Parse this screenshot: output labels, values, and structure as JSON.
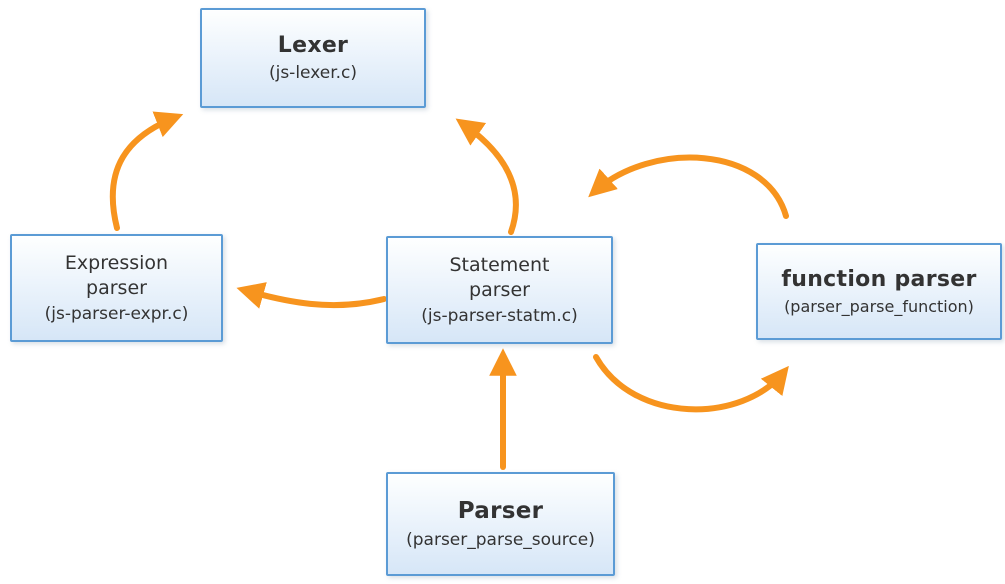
{
  "colors": {
    "box_border": "#5b9bd5",
    "box_fill_top": "#feffff",
    "box_fill_bottom": "#d6e6f7",
    "arrow": "#f7941e",
    "text": "#333333"
  },
  "nodes": {
    "lexer": {
      "title": "Lexer",
      "subtitle": "(js-lexer.c)"
    },
    "expression_parser": {
      "title": "Expression\nparser",
      "subtitle": "(js-parser-expr.c)"
    },
    "statement_parser": {
      "title": "Statement\nparser",
      "subtitle": "(js-parser-statm.c)"
    },
    "function_parser": {
      "title": "function parser",
      "subtitle": "(parser_parse_function)"
    },
    "parser": {
      "title": "Parser",
      "subtitle": "(parser_parse_source)"
    }
  },
  "edges": [
    {
      "from": "expression_parser",
      "to": "lexer"
    },
    {
      "from": "statement_parser",
      "to": "lexer"
    },
    {
      "from": "statement_parser",
      "to": "expression_parser"
    },
    {
      "from": "parser",
      "to": "statement_parser"
    },
    {
      "from": "function_parser",
      "to": "statement_parser"
    },
    {
      "from": "statement_parser",
      "to": "function_parser"
    }
  ]
}
